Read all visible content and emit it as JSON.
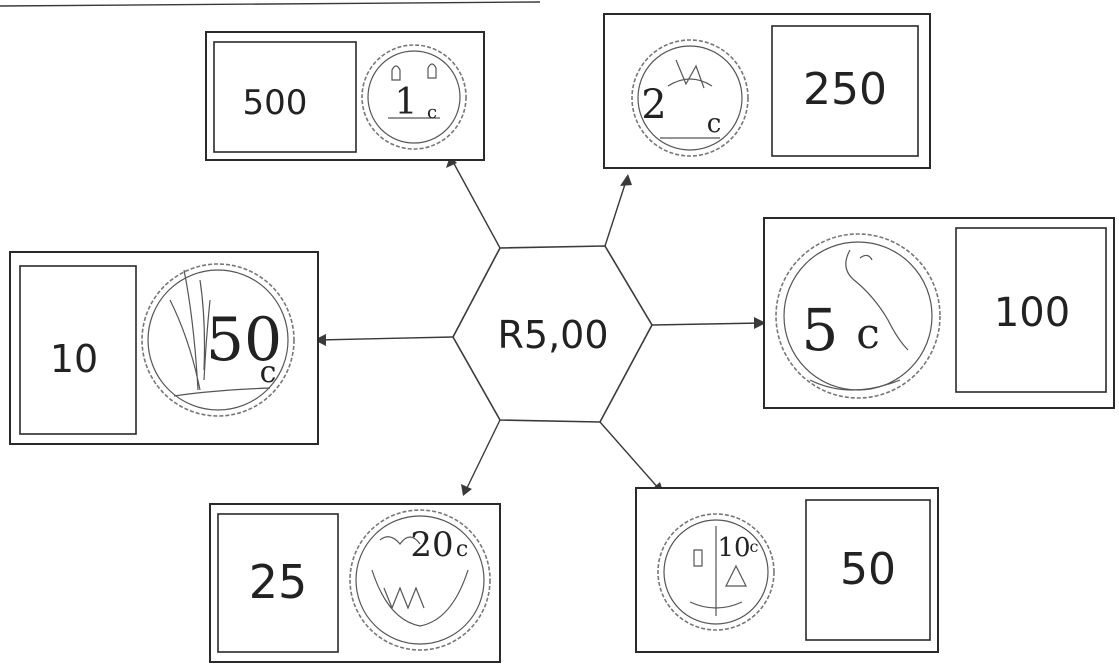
{
  "center": {
    "label": "R5,00"
  },
  "cards": [
    {
      "id": "1c",
      "count": "500",
      "coin": {
        "number": "1",
        "unit": "c"
      }
    },
    {
      "id": "2c",
      "count": "250",
      "coin": {
        "number": "2",
        "unit": "c"
      }
    },
    {
      "id": "50c",
      "count": "10",
      "coin": {
        "number": "50",
        "unit": "c"
      }
    },
    {
      "id": "5c",
      "count": "100",
      "coin": {
        "number": "5",
        "unit": "c"
      }
    },
    {
      "id": "20c",
      "count": "25",
      "coin": {
        "number": "20",
        "unit": "c"
      }
    },
    {
      "id": "10c",
      "count": "50",
      "coin": {
        "number": "10",
        "unit": "c"
      }
    }
  ]
}
